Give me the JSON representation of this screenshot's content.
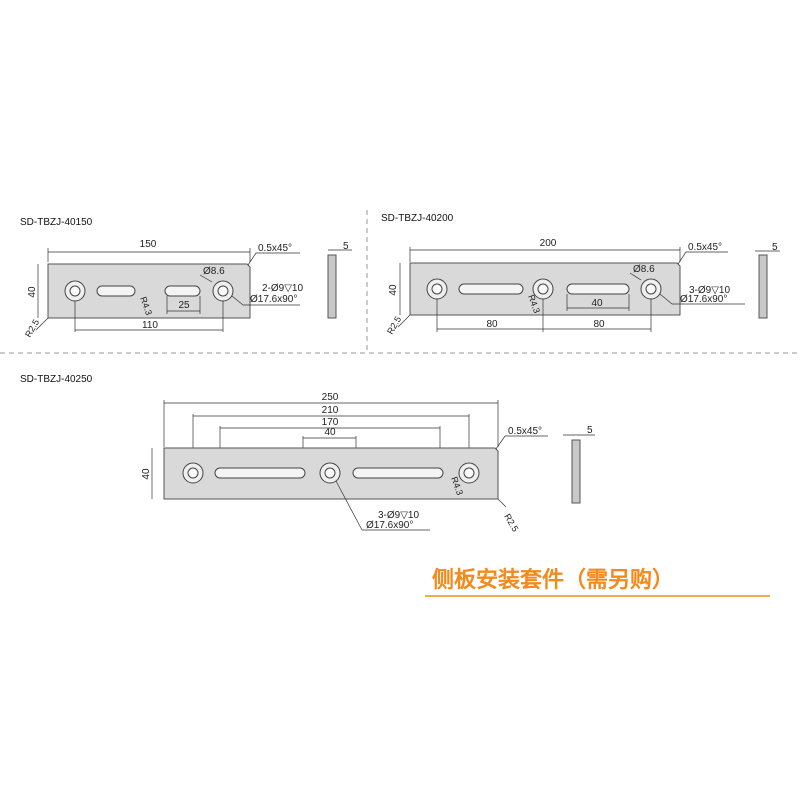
{
  "parts": [
    {
      "model": "SD-TBZJ-40150",
      "length": "150",
      "height": "40",
      "chamfer": "0.5x45°",
      "thickness": "5",
      "hole_spacing": "110",
      "slot_length": "25",
      "counterbore": "Ø8.6",
      "slot_radius": "R4.3",
      "corner_radius": "R2.5",
      "hole_callout_1": "2-Ø9▽10",
      "hole_callout_2": "Ø17.6x90°"
    },
    {
      "model": "SD-TBZJ-40200",
      "length": "200",
      "height": "40",
      "chamfer": "0.5x45°",
      "thickness": "5",
      "hole_spacing_left": "80",
      "hole_spacing_right": "80",
      "slot_length": "40",
      "counterbore": "Ø8.6",
      "slot_radius": "R4.3",
      "corner_radius": "R2.5",
      "hole_callout_1": "3-Ø9▽10",
      "hole_callout_2": "Ø17.6x90°"
    },
    {
      "model": "SD-TBZJ-40250",
      "length": "250",
      "dim_210": "210",
      "dim_170": "170",
      "dim_40": "40",
      "height": "40",
      "chamfer": "0.5x45°",
      "thickness": "5",
      "slot_radius": "R4.3",
      "corner_radius": "R2.5",
      "hole_callout_1": "3-Ø9▽10",
      "hole_callout_2": "Ø17.6x90°"
    }
  ],
  "caption": "侧板安装套件（需另购）",
  "colors": {
    "caption": "#f28a1c",
    "plate": "#d9d9d9"
  }
}
